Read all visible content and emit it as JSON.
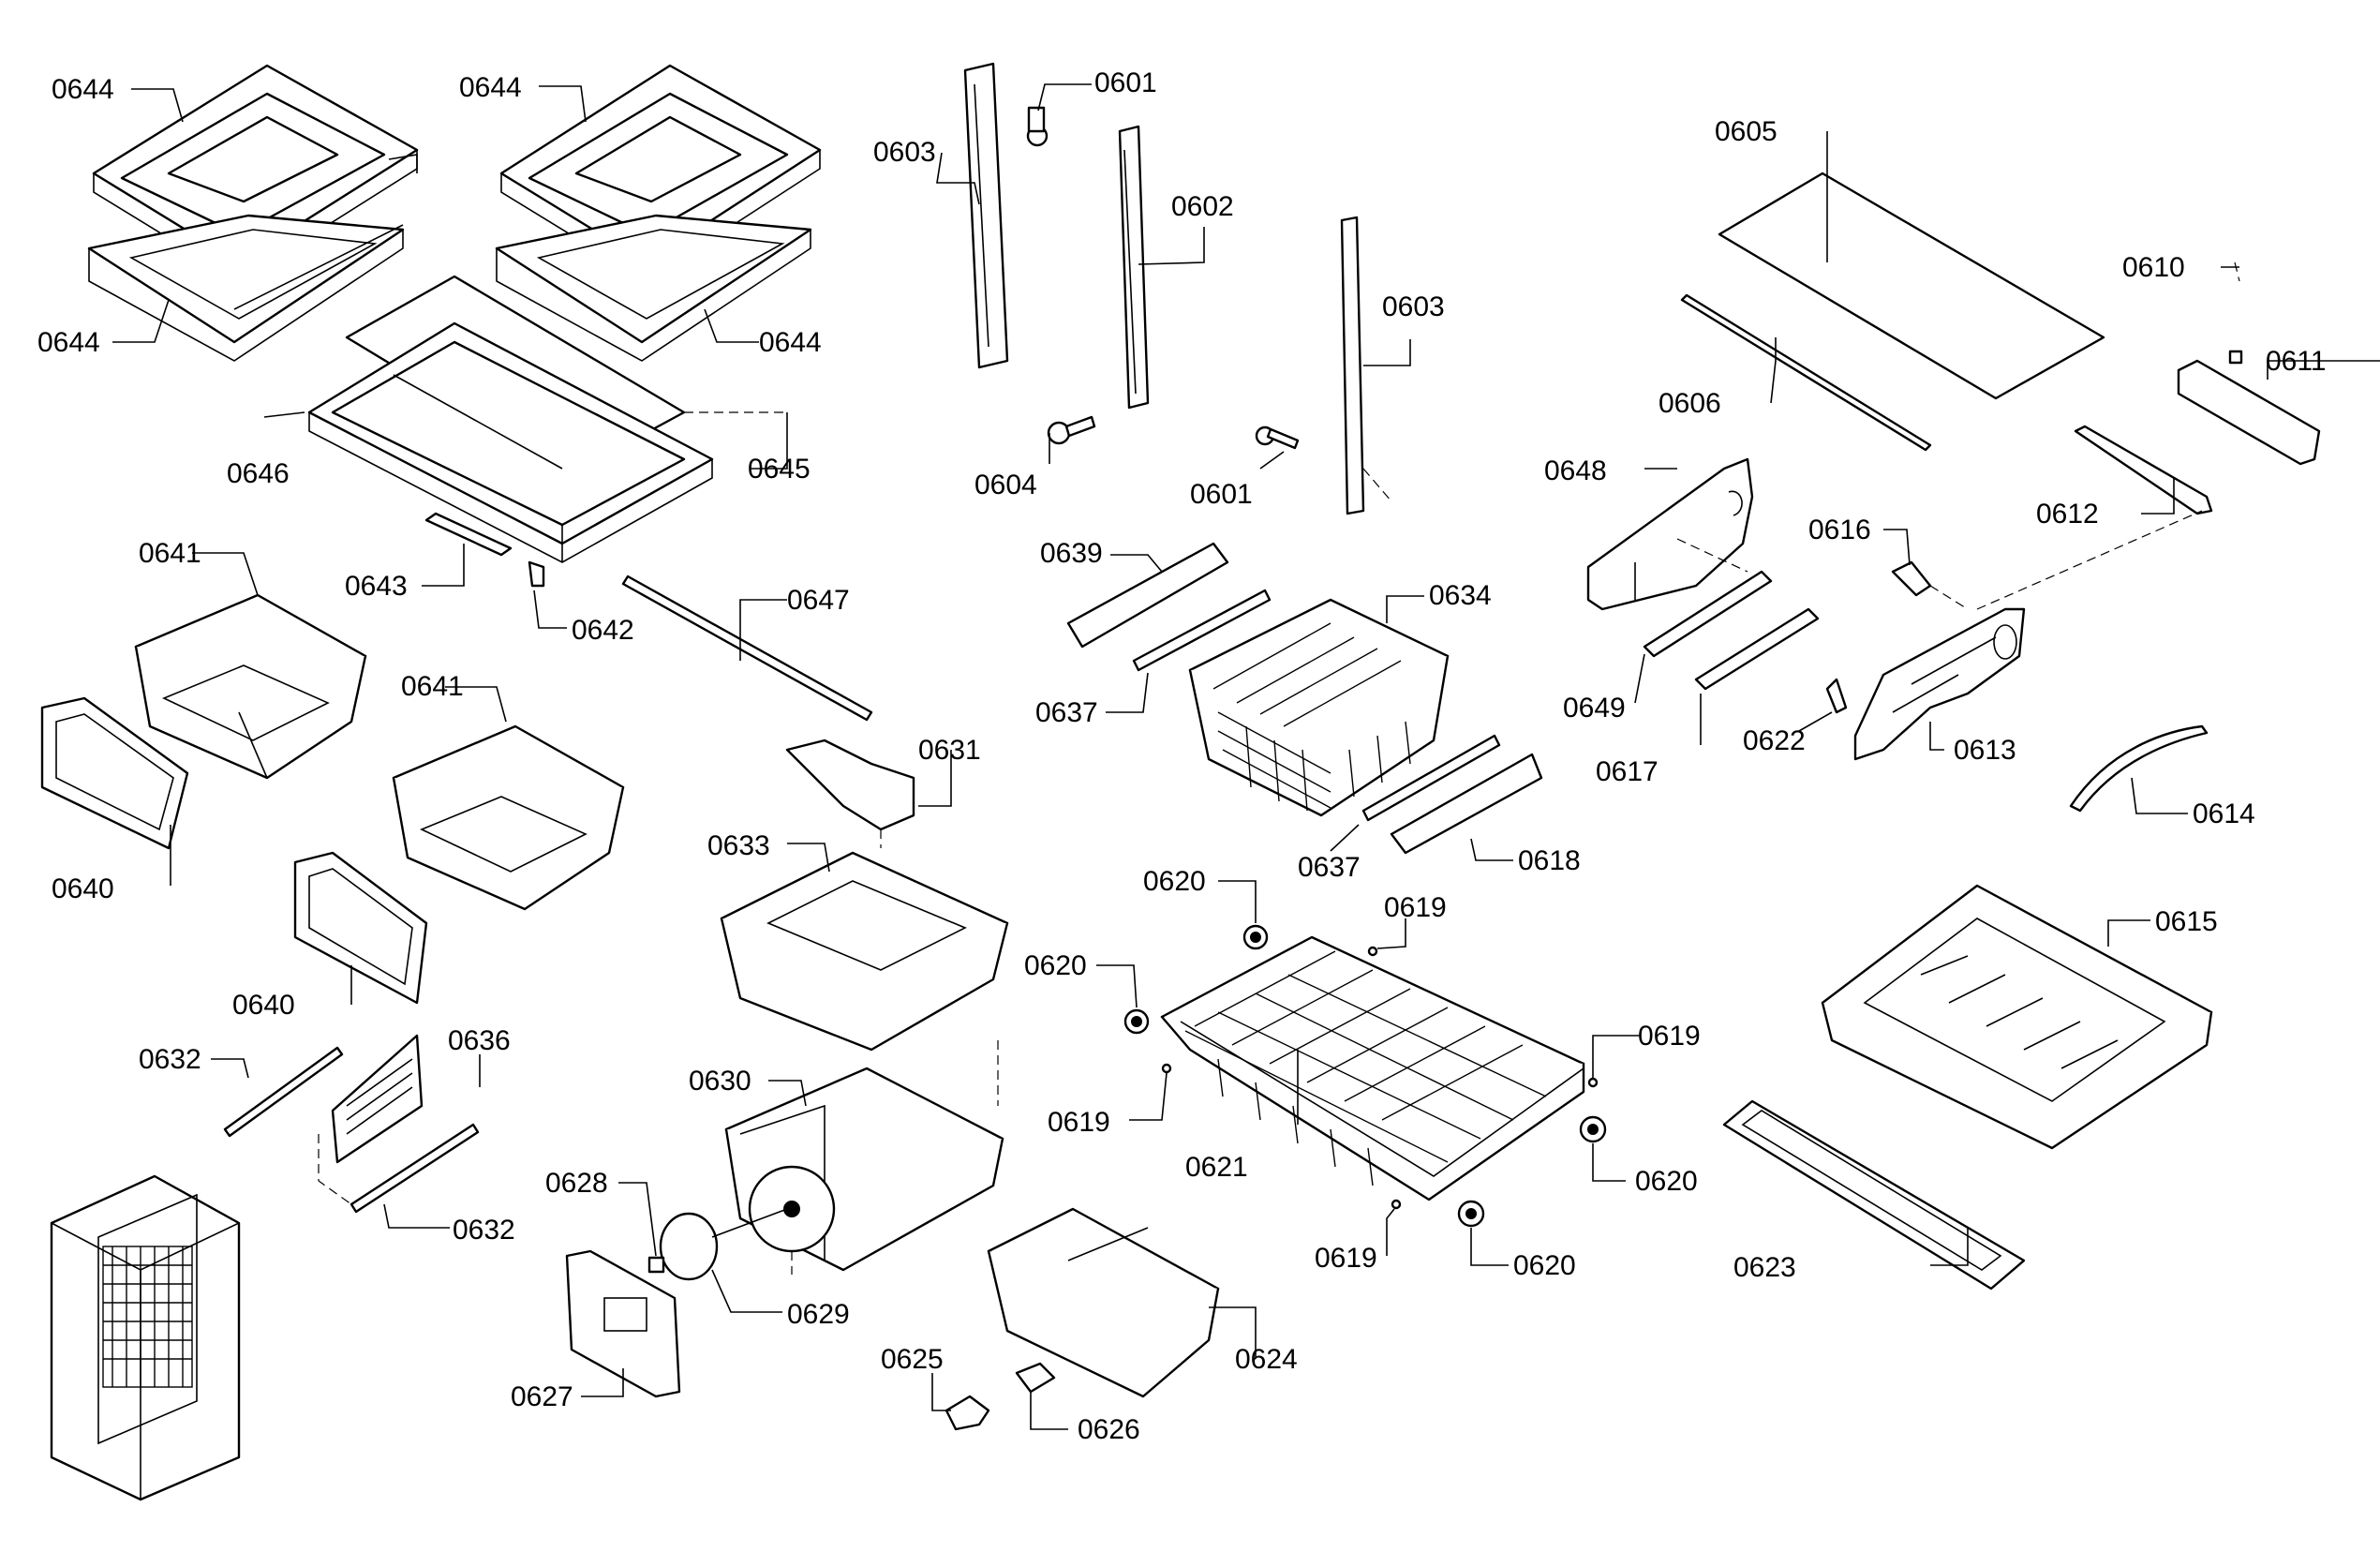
{
  "labels": {
    "l0644a": "0644",
    "l0644b": "0644",
    "l0644c": "0644",
    "l0644d": "0644",
    "l0646": "0646",
    "l0645": "0645",
    "l0643": "0643",
    "l0642": "0642",
    "l0641a": "0641",
    "l0641b": "0641",
    "l0640a": "0640",
    "l0640b": "0640",
    "l0647": "0647",
    "l0632a": "0632",
    "l0632b": "0632",
    "l0636": "0636",
    "l0628": "0628",
    "l0629": "0629",
    "l0627": "0627",
    "l0603a": "0603",
    "l0603b": "0603",
    "l0601a": "0601",
    "l0601b": "0601",
    "l0602": "0602",
    "l0604": "0604",
    "l0639": "0639",
    "l0637a": "0637",
    "l0637b": "0637",
    "l0634": "0634",
    "l0618": "0618",
    "l0631": "0631",
    "l0633": "0633",
    "l0630": "0630",
    "l0620a": "0620",
    "l0620b": "0620",
    "l0620c": "0620",
    "l0620d": "0620",
    "l0619a": "0619",
    "l0619b": "0619",
    "l0619c": "0619",
    "l0619d": "0619",
    "l0621": "0621",
    "l0624": "0624",
    "l0625": "0625",
    "l0626": "0626",
    "l0605": "0605",
    "l0606": "0606",
    "l0610": "0610",
    "l0611": "0611",
    "l0612": "0612",
    "l0648": "0648",
    "l0616": "0616",
    "l0649": "0649",
    "l0617": "0617",
    "l0622": "0622",
    "l0613": "0613",
    "l0614": "0614",
    "l0615": "0615",
    "l0623": "0623"
  }
}
